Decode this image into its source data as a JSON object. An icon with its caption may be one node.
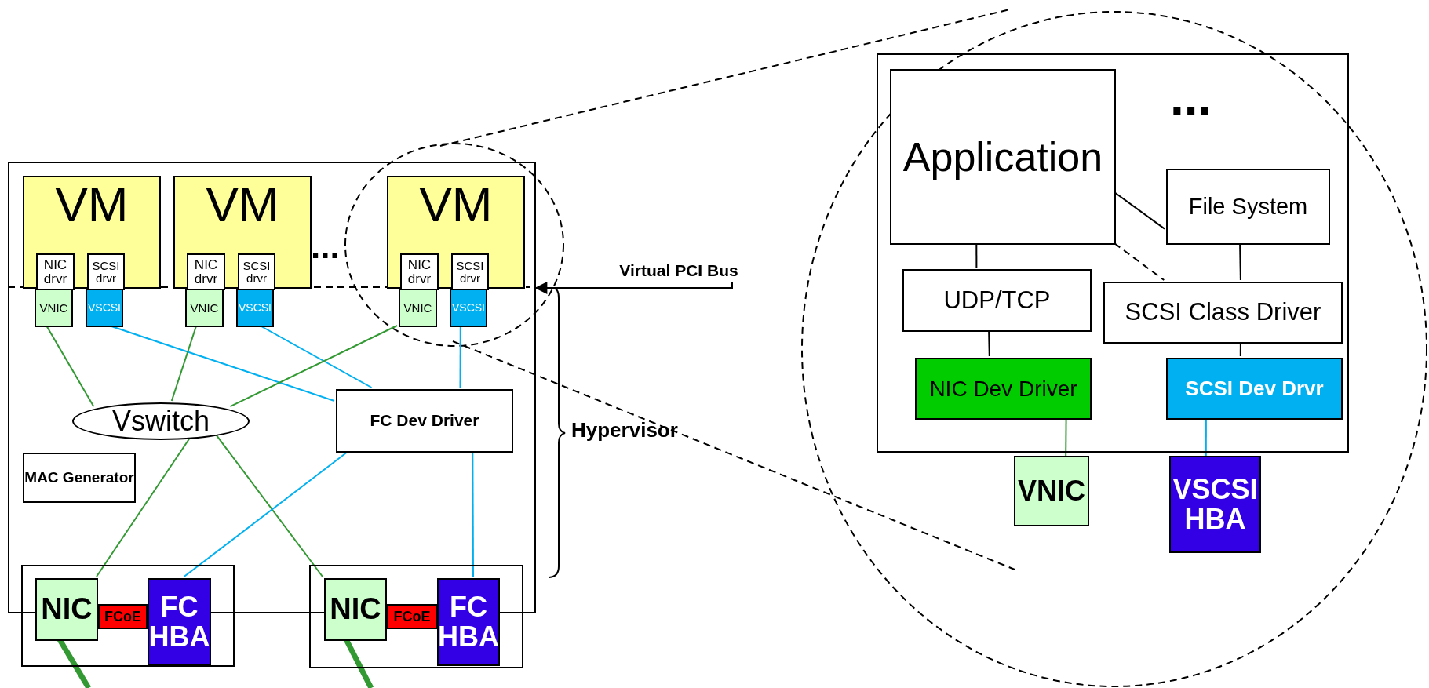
{
  "diagram": {
    "nodes": [
      {
        "text": [],
        "shape": "box"
      },
      {
        "text": [
          "VM"
        ],
        "in": 0
      },
      {
        "text": [
          "NIC drvr"
        ],
        "in": 1
      },
      {
        "text": [
          "SCSI drvr"
        ],
        "in": 1
      },
      {
        "text": [
          "VM"
        ],
        "in": 0
      },
      {
        "text": [
          "NIC drvr"
        ],
        "in": 4
      },
      {
        "text": [
          "SCSI drvr"
        ],
        "in": 4
      },
      {
        "text": [
          "VM"
        ],
        "in": 0
      },
      {
        "text": [
          "NIC drvr"
        ],
        "in": 7
      },
      {
        "text": [
          "SCSI drvr"
        ],
        "in": 7
      },
      {
        "text": [
          "VNIC"
        ],
        "in": 0
      },
      {
        "text": [
          "VSCSI"
        ],
        "in": 0
      },
      {
        "text": [
          "VNIC"
        ],
        "in": 0
      },
      {
        "text": [
          "VSCSI"
        ],
        "in": 0
      },
      {
        "text": [
          "VNIC"
        ],
        "in": 0
      },
      {
        "text": [
          "VSCSI"
        ],
        "in": 0
      },
      {
        "text": [
          "Vswitch"
        ],
        "in": 0
      },
      {
        "text": [
          "FC Dev Driver"
        ],
        "in": 0
      },
      {
        "text": [
          "MAC Generator"
        ],
        "in": 0
      },
      {
        "text": [],
        "shape": "box"
      },
      {
        "text": [
          "NIC"
        ],
        "in": 19
      },
      {
        "text": [
          "FCoE"
        ],
        "in": 19
      },
      {
        "text": [
          "FC HBA"
        ],
        "in": 19
      },
      {
        "text": [],
        "shape": "box"
      },
      {
        "text": [
          "NIC"
        ],
        "in": 23
      },
      {
        "text": [
          "FCoE"
        ],
        "in": 23
      },
      {
        "text": [
          "FC HBA"
        ],
        "in": 23
      },
      {
        "text": [
          "Virtual PCI Bus"
        ]
      },
      {
        "text": [],
        "shape": "box"
      },
      {
        "text": [
          "Application"
        ],
        "in": 28
      },
      {
        "text": [
          "File System"
        ],
        "in": 28
      },
      {
        "text": [
          "UDP/TCP"
        ],
        "in": 28
      },
      {
        "text": [
          "SCSI Class Driver"
        ],
        "in": 28
      },
      {
        "text": [
          "NIC Dev Driver"
        ],
        "in": 28
      },
      {
        "text": [
          "SCSI Dev Drvr"
        ],
        "in": 28
      },
      {
        "text": [
          "VNIC"
        ]
      },
      {
        "text": [
          "VSCSI HBA"
        ]
      }
    ],
    "edges": [
      {
        "from": 10,
        "to": 16,
        "arrow": "none",
        "color": "#339933"
      },
      {
        "from": 11,
        "to": 17,
        "arrow": "none",
        "color": "#00b0f0"
      },
      {
        "from": 12,
        "to": 16,
        "arrow": "none",
        "color": "#339933"
      },
      {
        "from": 13,
        "to": 17,
        "arrow": "none",
        "color": "#00b0f0"
      },
      {
        "from": 14,
        "to": 16,
        "arrow": "none",
        "color": "#339933"
      },
      {
        "from": 15,
        "to": 17,
        "arrow": "none",
        "color": "#00b0f0"
      },
      {
        "from": 16,
        "to": 20,
        "arrow": "none",
        "color": "#339933"
      },
      {
        "from": 16,
        "to": 24,
        "arrow": "none",
        "color": "#339933"
      },
      {
        "from": 17,
        "to": 22,
        "arrow": "none",
        "color": "#00b0f0"
      },
      {
        "from": 17,
        "to": 26,
        "arrow": "none",
        "color": "#00b0f0"
      },
      {
        "from": 20,
        "to": null,
        "arrow": "none",
        "style": "thick",
        "color": "#339933"
      },
      {
        "from": 24,
        "to": null,
        "arrow": "none",
        "style": "thick",
        "color": "#339933"
      },
      {
        "from": 27,
        "to": 0,
        "arrow": "to",
        "color": "#000000"
      },
      {
        "from": 29,
        "to": 30,
        "arrow": "none",
        "color": "#000000"
      },
      {
        "from": 29,
        "to": 31,
        "arrow": "none",
        "color": "#000000"
      },
      {
        "from": 30,
        "to": 32,
        "arrow": "none",
        "color": "#000000"
      },
      {
        "from": 29,
        "to": 32,
        "arrow": "none",
        "style": "dashed",
        "color": "#000000"
      },
      {
        "from": 31,
        "to": 33,
        "arrow": "none",
        "color": "#000000"
      },
      {
        "from": 32,
        "to": 34,
        "arrow": "none",
        "color": "#000000"
      },
      {
        "from": 33,
        "to": 35,
        "arrow": "none",
        "color": "#339933"
      },
      {
        "from": 34,
        "to": 36,
        "arrow": "none",
        "color": "#00b0f0"
      }
    ],
    "labels": [
      "...",
      "...",
      "Hypervisor"
    ]
  }
}
